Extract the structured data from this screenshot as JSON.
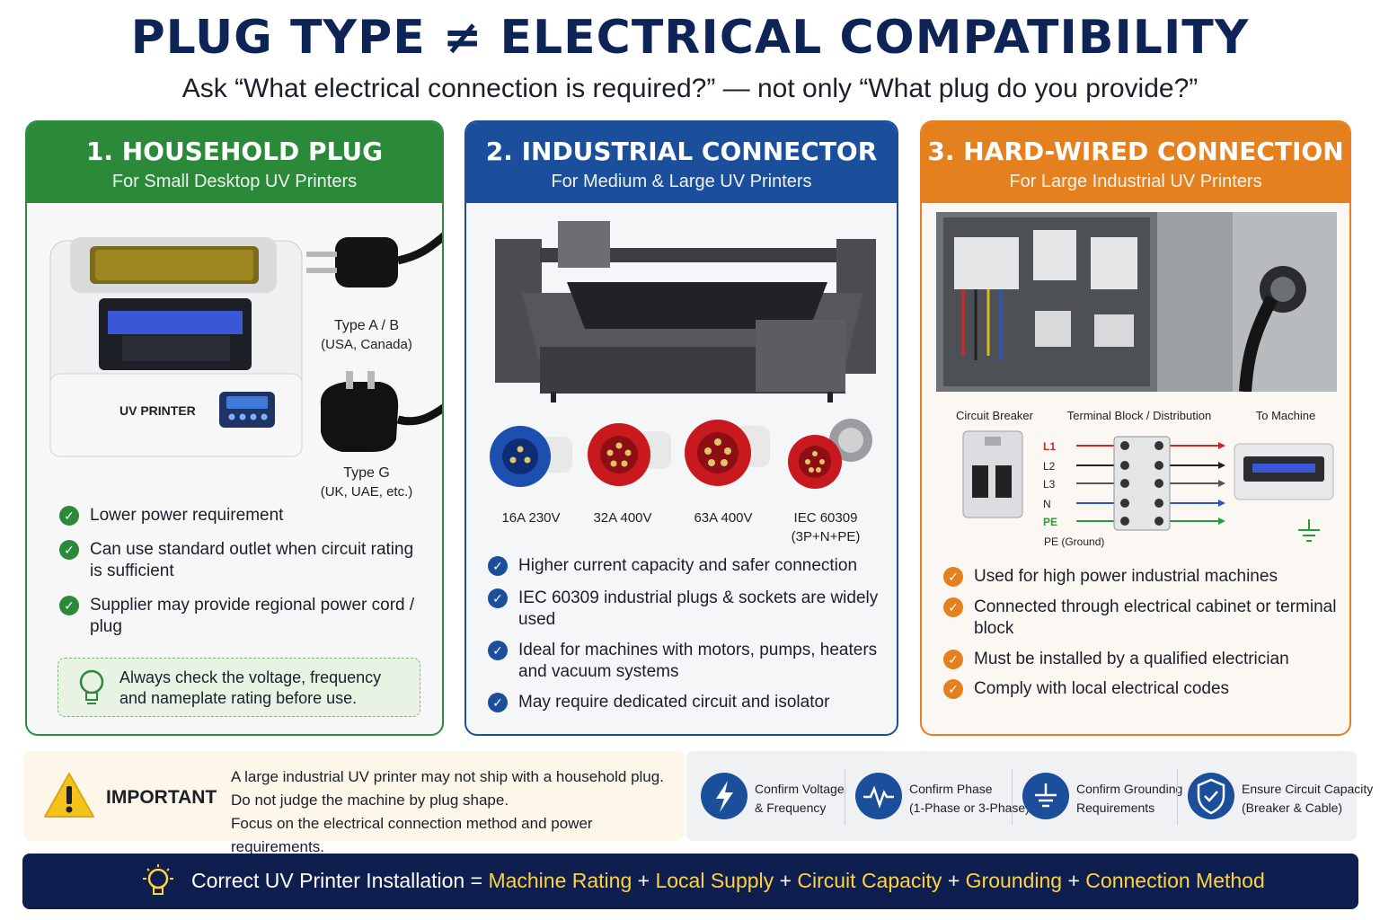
{
  "title": "PLUG TYPE ≠ ELECTRICAL COMPATIBILITY",
  "subtitle": "Ask “What electrical connection is required?” — not only “What plug do you provide?”",
  "panels": [
    {
      "heading": "1. HOUSEHOLD PLUG",
      "subheading": "For Small Desktop UV Printers",
      "printer_label": "UV PRINTER",
      "plugs": [
        {
          "name": "Type A / B",
          "region": "(USA, Canada)"
        },
        {
          "name": "Type G",
          "region": "(UK, UAE, etc.)"
        }
      ],
      "bullets": [
        "Lower power requirement",
        "Can use standard outlet when circuit rating is sufficient",
        "Supplier may provide regional power cord / plug"
      ],
      "tip": "Always check the voltage, frequency and nameplate rating before use.",
      "color": "#2a8a3a"
    },
    {
      "heading": "2. INDUSTRIAL CONNECTOR",
      "subheading": "For Medium & Large UV Printers",
      "connectors": [
        {
          "label": "16A 230V",
          "color": "#1c4fb0"
        },
        {
          "label": "32A 400V",
          "color": "#c8191e"
        },
        {
          "label": "63A 400V",
          "color": "#c8191e"
        },
        {
          "label": "IEC 60309",
          "sub": "(3P+N+PE)",
          "color": "#c8191e"
        }
      ],
      "bullets": [
        "Higher current capacity and safer connection",
        "IEC 60309 industrial plugs & sockets are widely used",
        "Ideal for machines with motors, pumps, heaters and vacuum systems",
        "May require dedicated circuit and isolator"
      ],
      "color": "#1b4f9c"
    },
    {
      "heading": "3. HARD-WIRED CONNECTION",
      "subheading": "For Large Industrial UV Printers",
      "diagram": {
        "circuit_breaker": "Circuit Breaker",
        "terminal_block": "Terminal Block / Distribution",
        "to_machine": "To Machine",
        "lines": [
          "L1",
          "L2",
          "L3",
          "N",
          "PE"
        ],
        "line_colors": [
          "#d32424",
          "#222222",
          "#555555",
          "#2a56c6",
          "#2a9a3a"
        ],
        "pe_label": "PE (Ground)"
      },
      "bullets": [
        "Used for high power industrial machines",
        "Connected through electrical cabinet or terminal block",
        "Must be installed by a qualified electrician",
        "Comply with local electrical codes"
      ],
      "color": "#e5801f"
    }
  ],
  "important": {
    "label": "IMPORTANT",
    "lines": [
      "A large industrial UV printer may not ship with a household plug.",
      "Do not judge the machine by plug shape.",
      "Focus on the electrical connection method and power requirements."
    ]
  },
  "checks": [
    {
      "line1": "Confirm Voltage",
      "line2": "& Frequency",
      "icon": "lightning-icon"
    },
    {
      "line1": "Confirm Phase",
      "line2": "(1-Phase or 3-Phase)",
      "icon": "waveform-icon"
    },
    {
      "line1": "Confirm Grounding",
      "line2": "Requirements",
      "icon": "ground-icon"
    },
    {
      "line1": "Ensure Circuit Capacity",
      "line2": "(Breaker & Cable)",
      "icon": "shield-check-icon"
    }
  ],
  "footer": {
    "lead": "Correct UV Printer Installation =",
    "terms": [
      "Machine Rating",
      "Local Supply",
      "Circuit Capacity",
      "Grounding",
      "Connection Method"
    ],
    "plus": "+"
  }
}
